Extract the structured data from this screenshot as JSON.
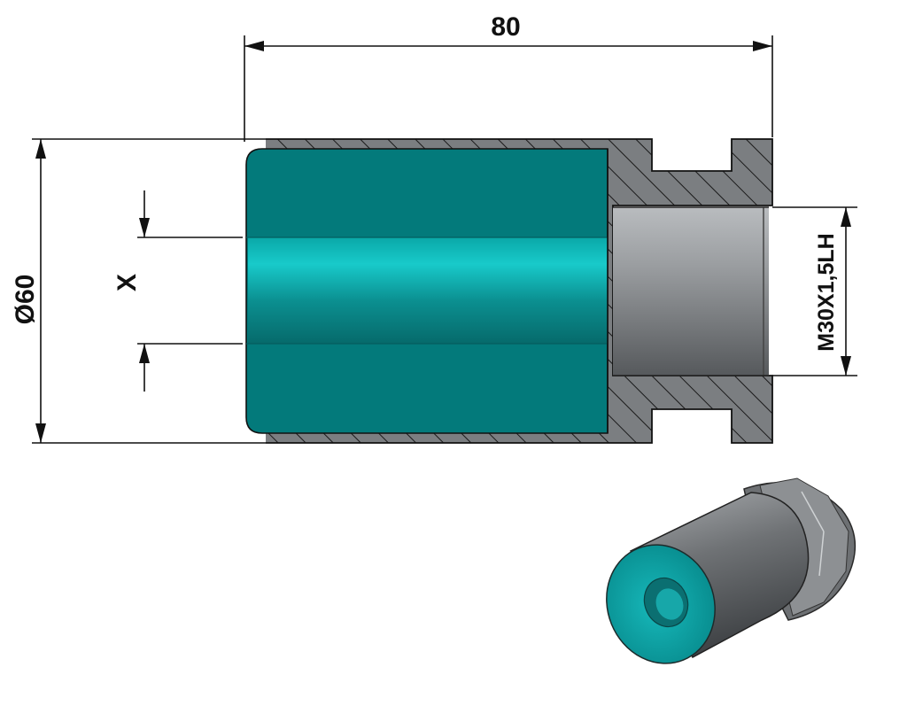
{
  "dimensions": {
    "length": "80",
    "diameter": "Ø60",
    "bore": "X",
    "thread": "M30X1,5LH"
  },
  "colors": {
    "teal": "#037a7b",
    "teal_light": "#12c4c4",
    "steel": "#8a8d90",
    "steel_dark": "#5f6265",
    "hatch_fill": "#7c7f82"
  }
}
